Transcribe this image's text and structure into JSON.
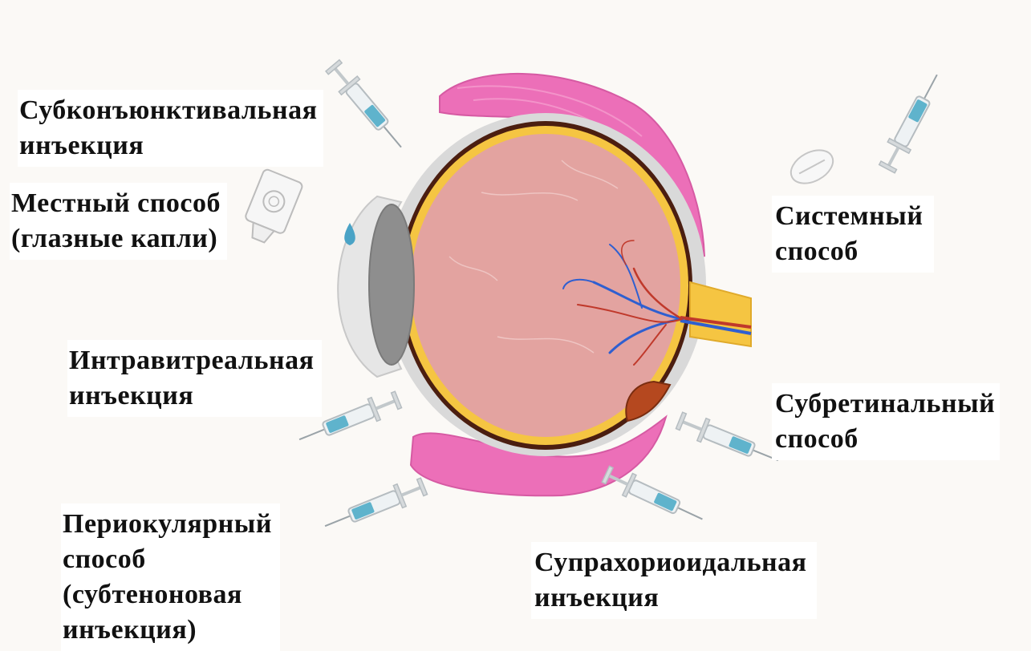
{
  "labels": {
    "subconjunctival": [
      "Субконъюнктивальная",
      "инъекция"
    ],
    "topical": [
      "Местный способ",
      "(глазные капли)"
    ],
    "intravitreal": [
      "Интравитреальная",
      "инъекция"
    ],
    "periocular": [
      "Периокулярный",
      "способ",
      "(субтеноновая",
      "инъекция)"
    ],
    "systemic": [
      "Системный",
      "способ"
    ],
    "subretinal": [
      "Субретинальный",
      "способ"
    ],
    "suprachoroidal": [
      "Супрахориоидальная",
      "инъекция"
    ]
  },
  "colors": {
    "background": "#fbf9f6",
    "vitreous": "#e3a3a0",
    "sclera": "#d9d9d9",
    "choroid": "#4b1e10",
    "retina": "#f5c542",
    "lens": "#8e8e8e",
    "muscle": "#ec6fb8",
    "artery": "#c0392b",
    "vein": "#2f5fd0",
    "drug_fluid": "#5fb3cc"
  },
  "icons": [
    "syringe-icon",
    "eye-drop-bottle-icon",
    "pill-icon"
  ]
}
